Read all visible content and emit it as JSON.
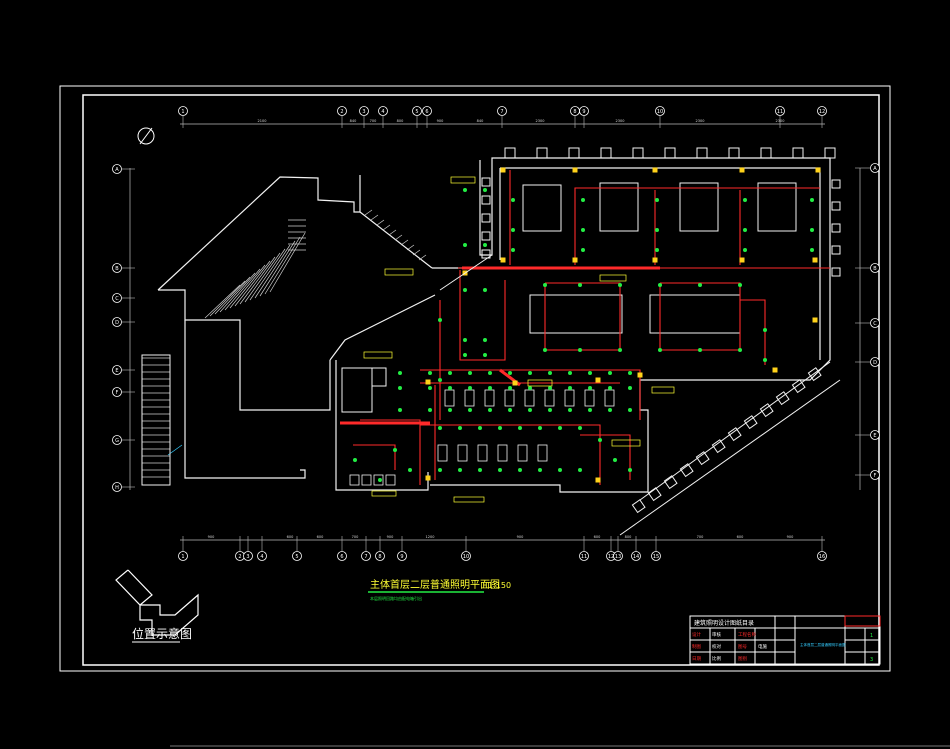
{
  "drawing": {
    "title": "主体首层二层普通照明平面图",
    "scale": "1:150",
    "note": "本层照明回路均由配电箱引出",
    "location_caption": "位置示意图"
  },
  "grid": {
    "top_axes": [
      "1",
      "2",
      "3",
      "4",
      "5",
      "6",
      "7",
      "8",
      "9",
      "10",
      "11",
      "12"
    ],
    "left_axes": [
      "A",
      "B",
      "C",
      "D",
      "E",
      "F",
      "G",
      "H"
    ],
    "right_axes": [
      "A",
      "B",
      "C",
      "D",
      "E",
      "F"
    ],
    "bottom_axes": [
      "1",
      "2",
      "3",
      "4",
      "5",
      "6",
      "7",
      "8",
      "9",
      "10",
      "11",
      "12",
      "13",
      "14",
      "15",
      "16"
    ],
    "top_dims": [
      "2100",
      "840",
      "700",
      "800",
      "900",
      "840",
      "2300",
      "2300",
      "2300",
      "2300"
    ],
    "bottom_dims": [
      "900",
      "600",
      "600",
      "700",
      "900",
      "1200",
      "900",
      "600",
      "800",
      "700",
      "600",
      "900"
    ]
  },
  "title_block": {
    "header": "建筑照明设计图纸目录",
    "rows": [
      [
        "设计",
        "审核",
        "工程名称",
        ""
      ],
      [
        "制图",
        "校对",
        "图号",
        "电施"
      ],
      [
        "日期",
        "比例",
        "图别",
        ""
      ]
    ],
    "sheet_title": "主体首层二层普通照明平面图",
    "side_values": [
      "1",
      "",
      "3"
    ]
  },
  "colors": {
    "frame": "#ffffff",
    "walls": "#f2f2f2",
    "circuit": "#ff2a2a",
    "fixture": "#22ee44",
    "column": "#ffd21a",
    "label": "#ffff33",
    "hatch": "#cfcfcf",
    "accent": "#33ccff"
  }
}
